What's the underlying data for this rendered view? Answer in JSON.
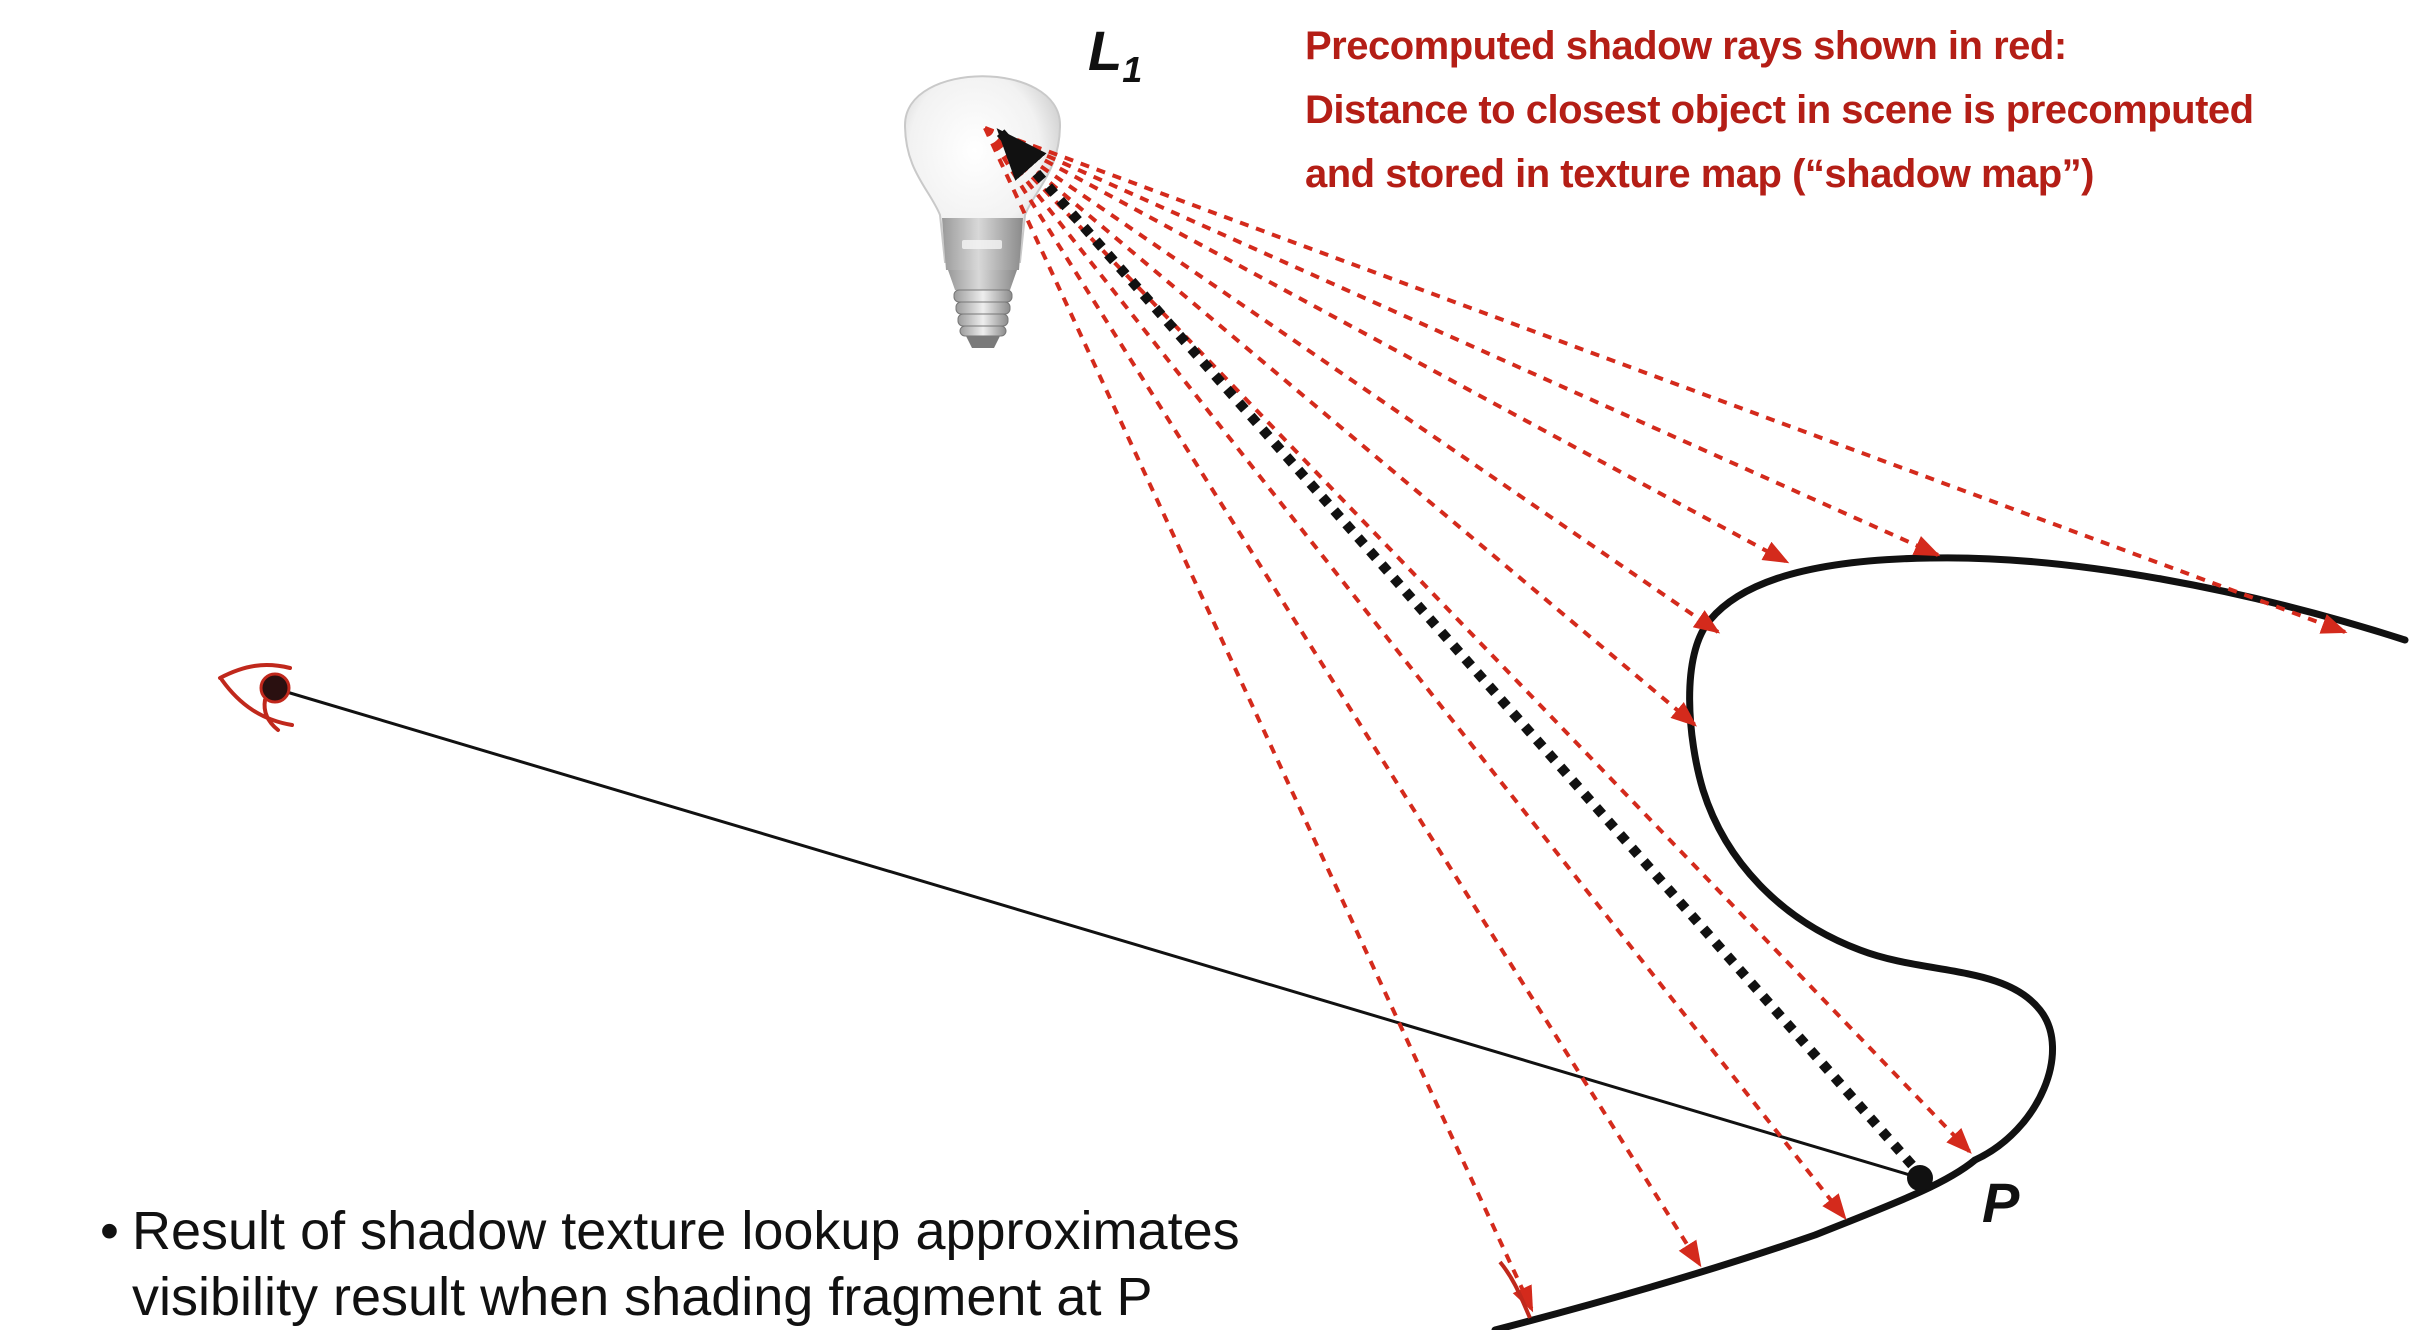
{
  "labels": {
    "light": "L",
    "light_subscript": "1",
    "point": "P"
  },
  "annotation": {
    "lines": [
      "Precomputed shadow rays shown in red:",
      "Distance to closest object in scene is precomputed",
      "and stored in texture map (“shadow map”)"
    ]
  },
  "caption": {
    "bullet": "•",
    "lines": [
      "Result of shadow texture lookup approximates",
      "visibility result when shading fragment at P"
    ]
  },
  "colors": {
    "shadow_ray": "#d42a1c",
    "curve": "#111111",
    "annotation": "#b41e16",
    "eye": "#c0281c"
  },
  "icons": [
    "light-bulb-icon",
    "eye-icon"
  ]
}
